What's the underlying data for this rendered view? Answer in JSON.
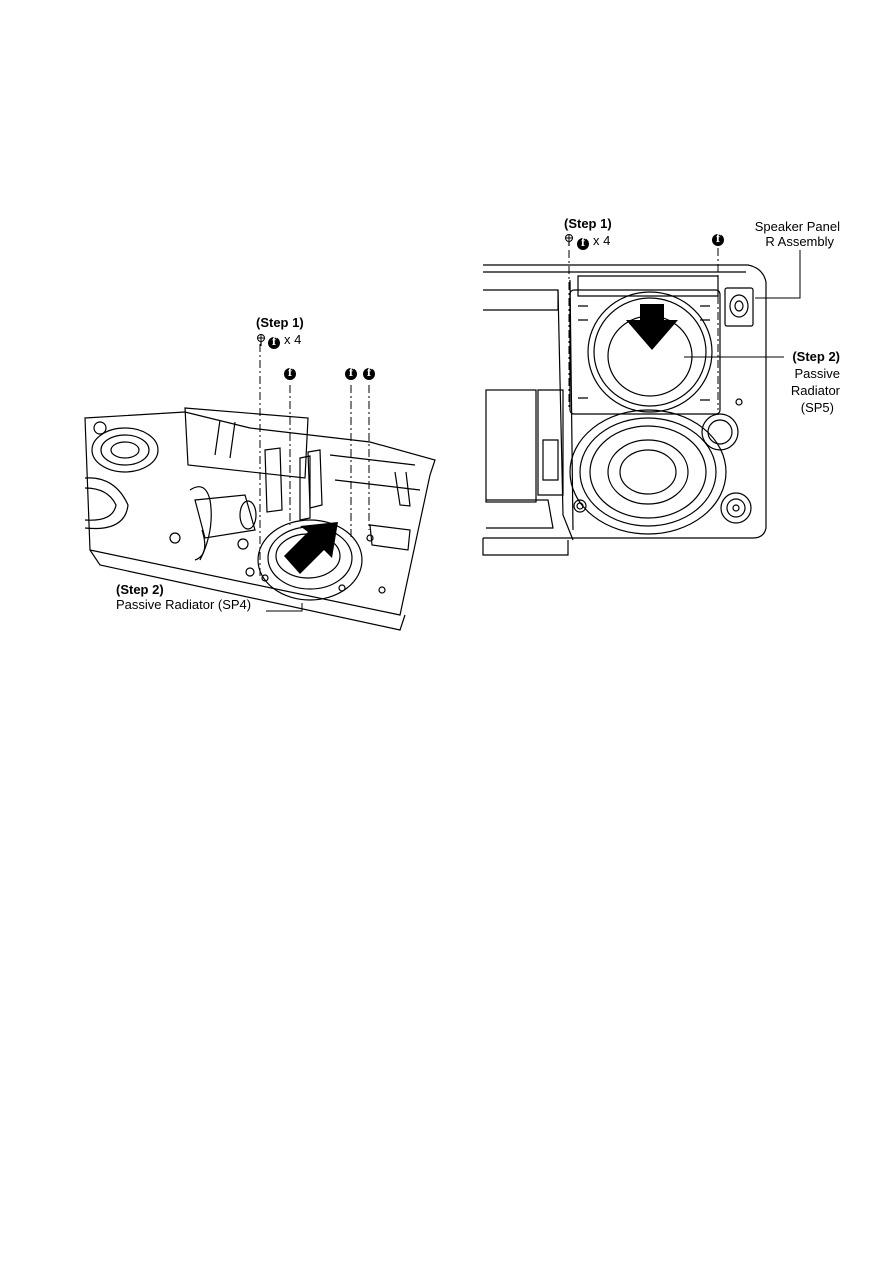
{
  "left_figure": {
    "step1_label": "(Step 1)",
    "screw_symbol": "f",
    "screw_qty": "x 4",
    "step2_label": "(Step 2)",
    "part_label": "Passive Radiator (SP4)"
  },
  "right_figure": {
    "step1_label": "(Step 1)",
    "screw_symbol": "f",
    "screw_qty": "x 4",
    "panel_label_line1": "Speaker Panel",
    "panel_label_line2": "R Assembly",
    "step2_label": "(Step 2)",
    "part_label_line1": "Passive",
    "part_label_line2": "Radiator",
    "part_label_line3": "(SP5)"
  },
  "icons": {
    "screw": "screw-icon",
    "arrow": "removal-arrow-icon"
  }
}
